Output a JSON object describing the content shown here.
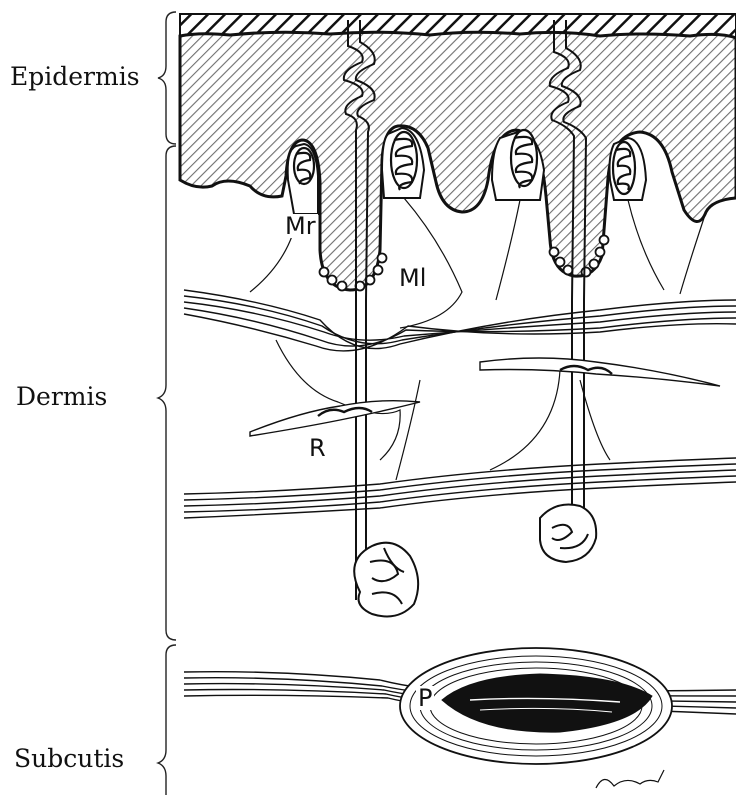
{
  "layers": {
    "epidermis": "Epidermis",
    "dermis": "Dermis",
    "subcutis": "Subcutis"
  },
  "structures": {
    "mr": "Mr",
    "ml": "Ml",
    "r": "R",
    "p": "P"
  },
  "colors": {
    "ink": "#111111",
    "hatch": "#6f6f6f",
    "background": "#ffffff"
  }
}
